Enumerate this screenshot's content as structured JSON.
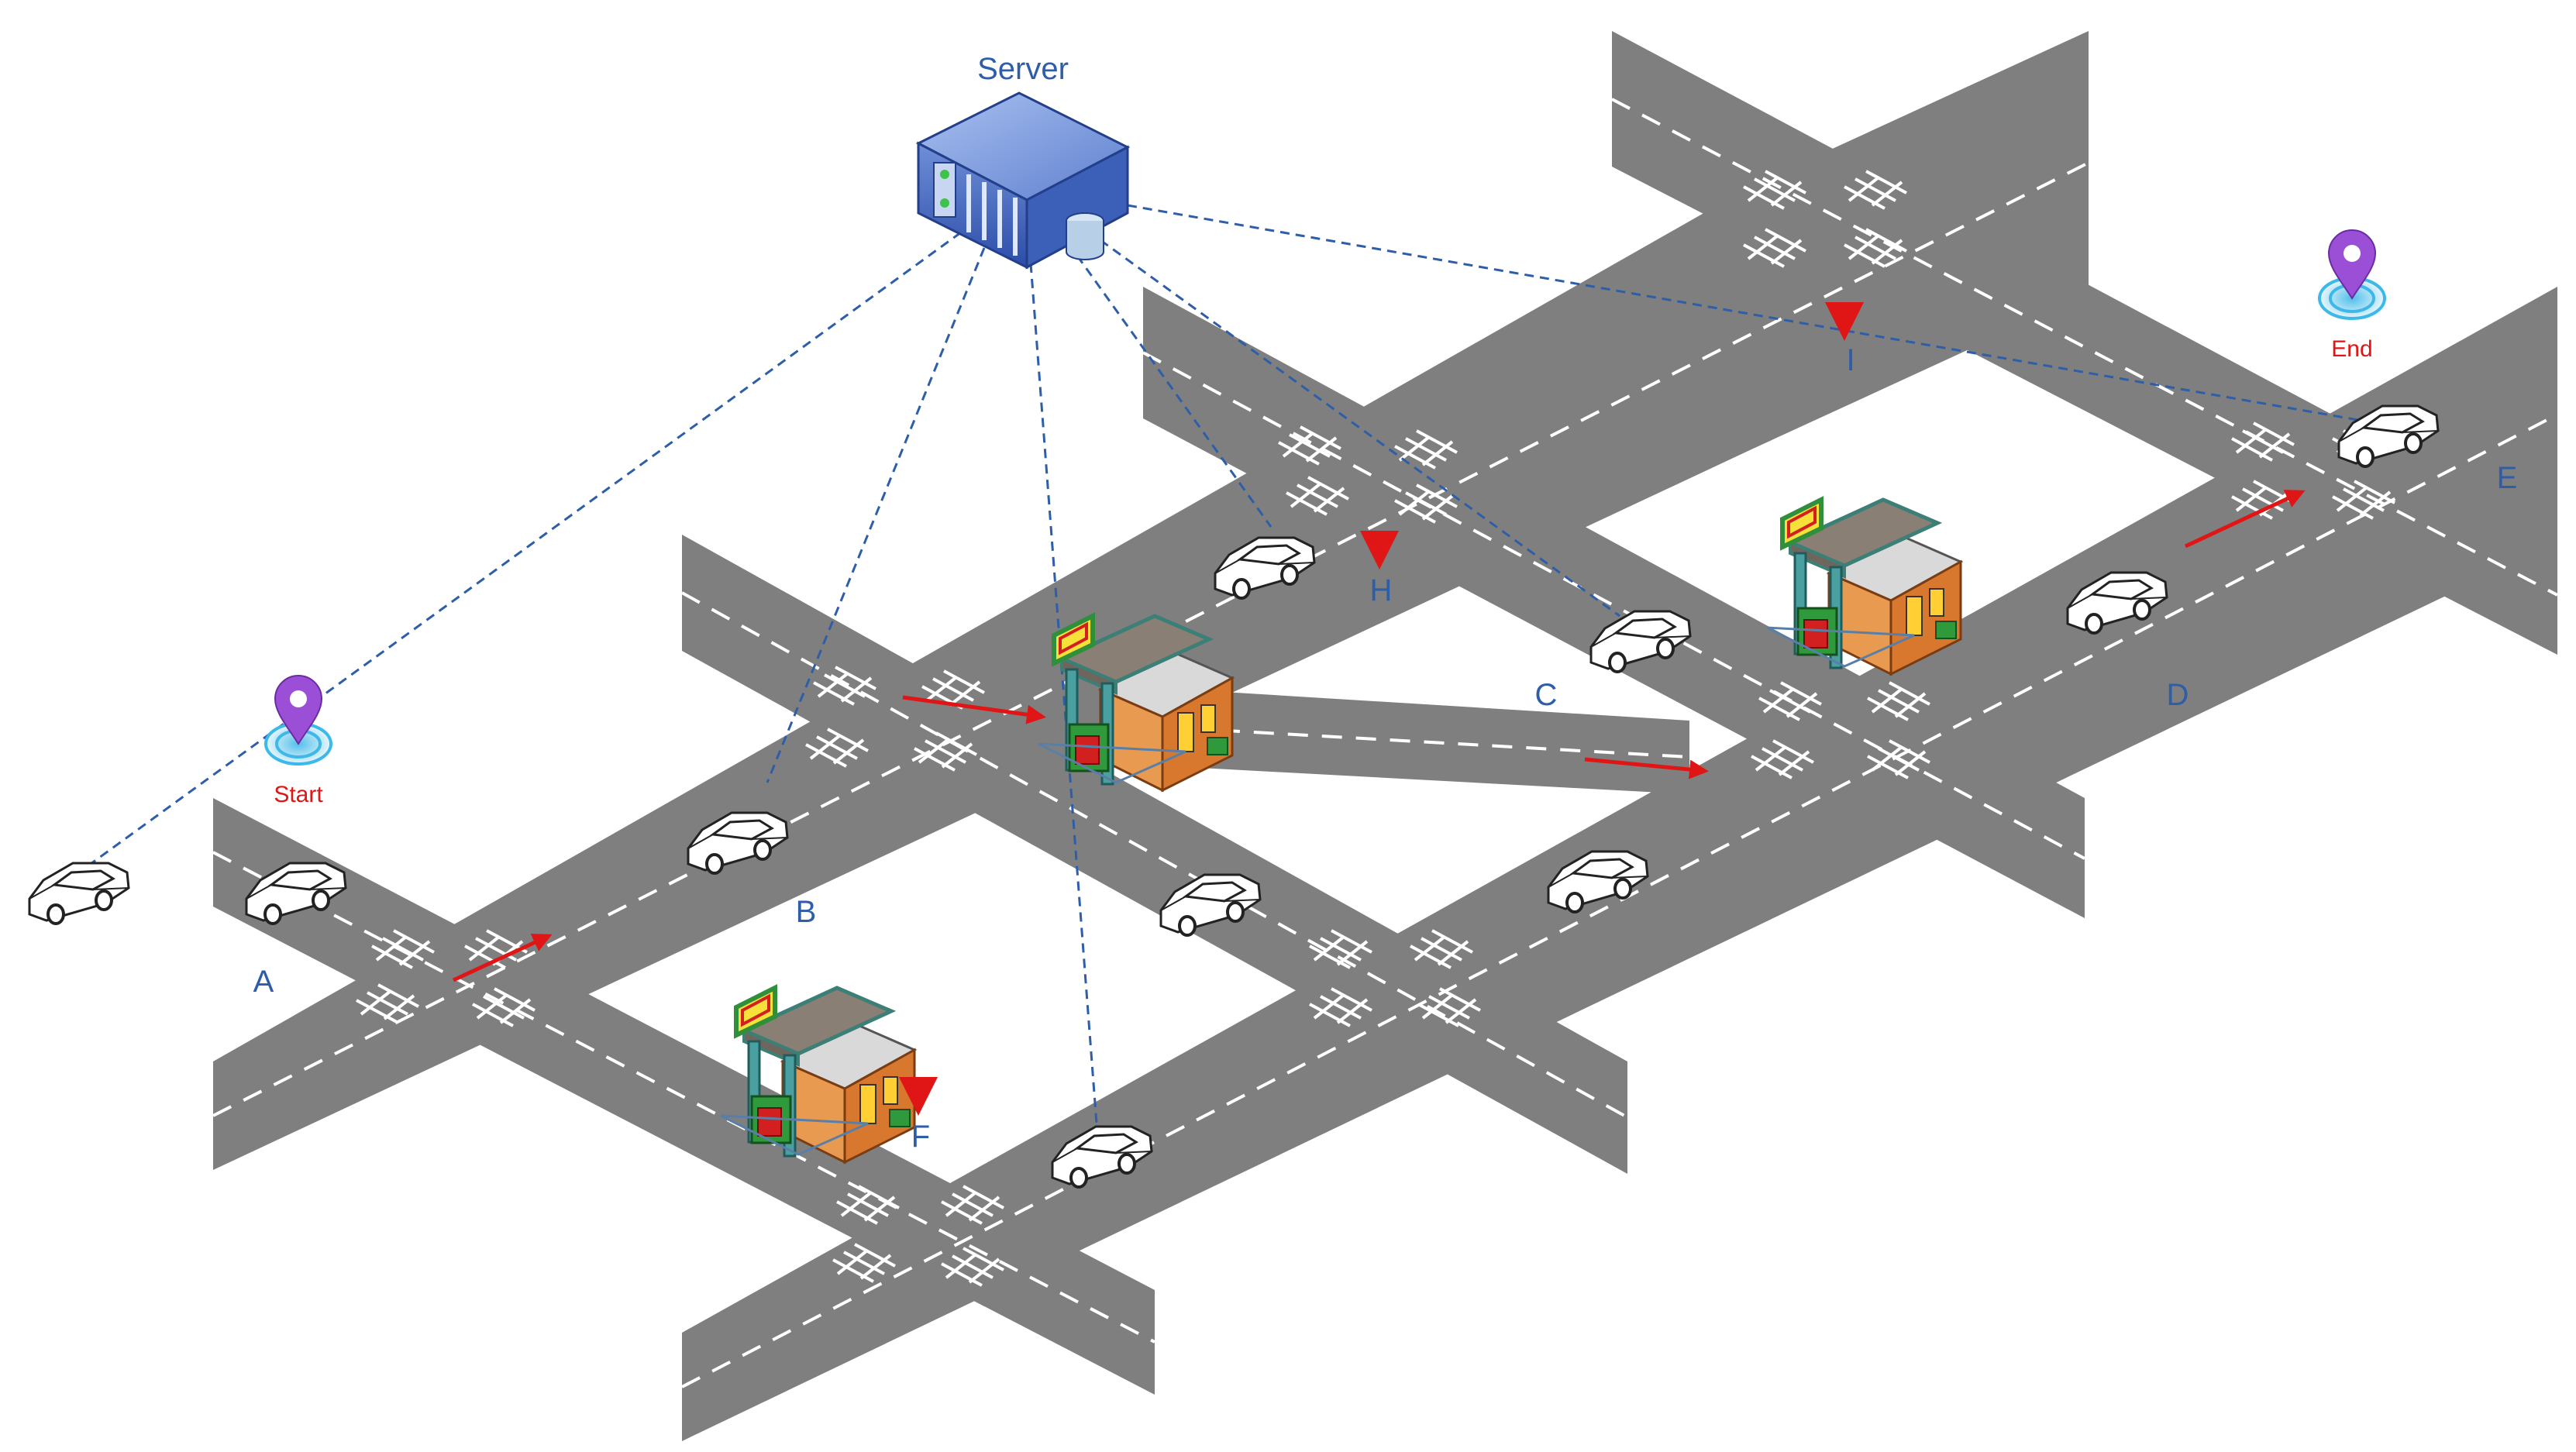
{
  "server": {
    "label": "Server"
  },
  "markers": {
    "start": "Start",
    "end": "End"
  },
  "points": {
    "A": "A",
    "B": "B",
    "C": "C",
    "D": "D",
    "E": "E",
    "F": "F",
    "H": "H",
    "I": "I"
  },
  "colors": {
    "road": "#7f7f7f",
    "lane_marking": "#ffffff",
    "comm_link": "#2e5ea8",
    "route_arrow": "#e01515",
    "warning_marker": "#e01515",
    "location_pin": "#9b4fd6",
    "label_text": "#2e5ea8",
    "marker_text": "#e01515"
  },
  "icons": {
    "server": "server-rack-icon",
    "gas_station": "gas-station-icon",
    "vehicle": "car-icon",
    "pin": "location-pin-icon",
    "hazard": "warning-triangle-icon"
  }
}
